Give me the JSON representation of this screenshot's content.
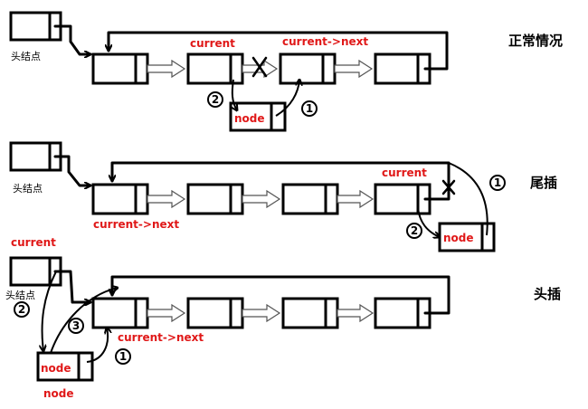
{
  "sections": [
    {
      "title": "正常情况"
    },
    {
      "title": "尾插"
    },
    {
      "title": "头插"
    }
  ],
  "labels": {
    "head_node": "头结点",
    "current": "current",
    "current_next": "current->next",
    "node": "node"
  },
  "steps": {
    "one": "1",
    "two": "2",
    "three": "3"
  },
  "colors": {
    "highlight_text": "#e01818",
    "line": "#000000",
    "background": "#ffffff"
  }
}
